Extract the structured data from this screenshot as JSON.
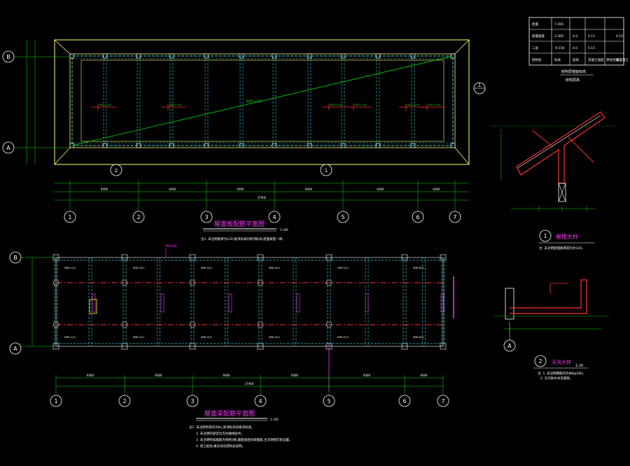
{
  "colors": {
    "background": "#000000",
    "outline": "#ffff66",
    "beam": "#33d6e6",
    "dimension": "#00e000",
    "text": "#ffffff",
    "magenta": "#ff33ff",
    "red": "#ff3030",
    "yellow": "#ffff00",
    "title": "#ff33ff"
  },
  "plan_top": {
    "axis_labels": [
      "1",
      "2",
      "3",
      "4",
      "5",
      "6",
      "7"
    ],
    "row_labels": [
      "B",
      "A"
    ],
    "bay_dims": [
      "6000",
      "6000",
      "6000",
      "6000",
      "6000",
      "6000"
    ],
    "overall_dim": "37900",
    "title": "屋面板配筋平面图",
    "scale": "1:100",
    "note": "注1. 未注明板厚为120,板顶标高同梁顶标高,屋面坡度一律。",
    "span_labels": [
      "B#2=100",
      "B#2=100",
      "B#2=100",
      "B#2=100",
      "B#2=100",
      "B#2=100"
    ],
    "diag_label": "板厚 h=120",
    "section_marks": [
      "1",
      "2",
      "1"
    ]
  },
  "plan_bottom": {
    "axis_labels": [
      "1",
      "2",
      "3",
      "4",
      "5",
      "6",
      "7"
    ],
    "row_labels": [
      "B",
      "A"
    ],
    "overall_dim": "37900",
    "title": "屋面梁配筋平面图",
    "scale": "1:100",
    "notes": [
      "注1. 未注明的梁均为KL,梁顶标高同板顶标高。",
      "2. 未注明的梁定位均为轴线居中。",
      "3. 未注明附加箍筋为每侧3根,箍筋直径同梁箍筋,主次梁相交处设置。",
      "4. 梁上起柱,做法详见结构总说明。"
    ],
    "beam_labels": [
      "WKL1(1)",
      "WKL2(1)",
      "WKL3(1)",
      "WKL4(1)",
      "WKL5(1)",
      "WKL6(1)"
    ],
    "mag_label": "WKL7(6)"
  },
  "legend": {
    "rows": [
      [
        "屋面",
        "7.200",
        "",
        "",
        "",
        ""
      ],
      [
        "屋面坡度",
        "3.300",
        "4.0",
        "0.15",
        "",
        "0.15"
      ],
      [
        "二层",
        "-0.150",
        "4.0",
        "0.15",
        "",
        ""
      ],
      [
        "结构层",
        "标高",
        "层高",
        "混凝土强度",
        "梁柱混凝土",
        "墙混凝土"
      ]
    ],
    "caption1": "结构层楼面标高",
    "caption2": "结构层高"
  },
  "detail1": {
    "num": "1",
    "title": "屋檐大样",
    "note": "注: 未注明屋面板厚度均为120。"
  },
  "detail2": {
    "num": "2",
    "title": "天沟大样",
    "scale": "1:20",
    "notes": [
      "注: 1. 未注明钢筋均为Φ8@200。",
      "2. 天沟防水详见建施。"
    ]
  }
}
